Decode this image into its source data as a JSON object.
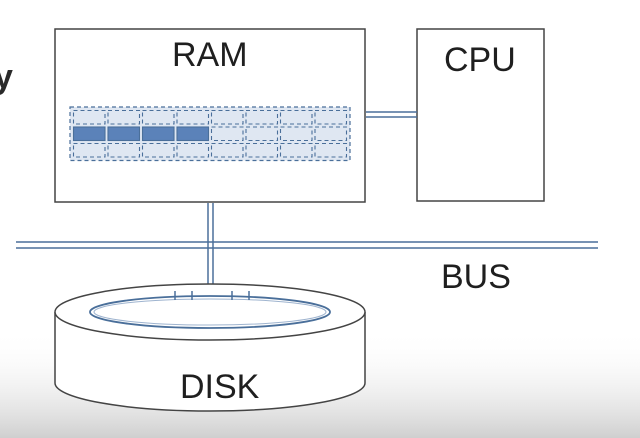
{
  "labels": {
    "ram": "RAM",
    "cpu": "CPU",
    "bus": "BUS",
    "disk": "DISK",
    "cut_off_text": "y"
  },
  "memory_grid": {
    "rows": 3,
    "cols": 8,
    "highlighted_row": 1,
    "highlighted_cols": [
      0,
      1,
      2,
      3
    ]
  },
  "colors": {
    "line": "#4a6f9a",
    "cell_fill": "#dfe7f2",
    "cell_highlight": "#5b82b9",
    "box_stroke": "#444444",
    "bottom_shade": "#d3d3d3"
  }
}
